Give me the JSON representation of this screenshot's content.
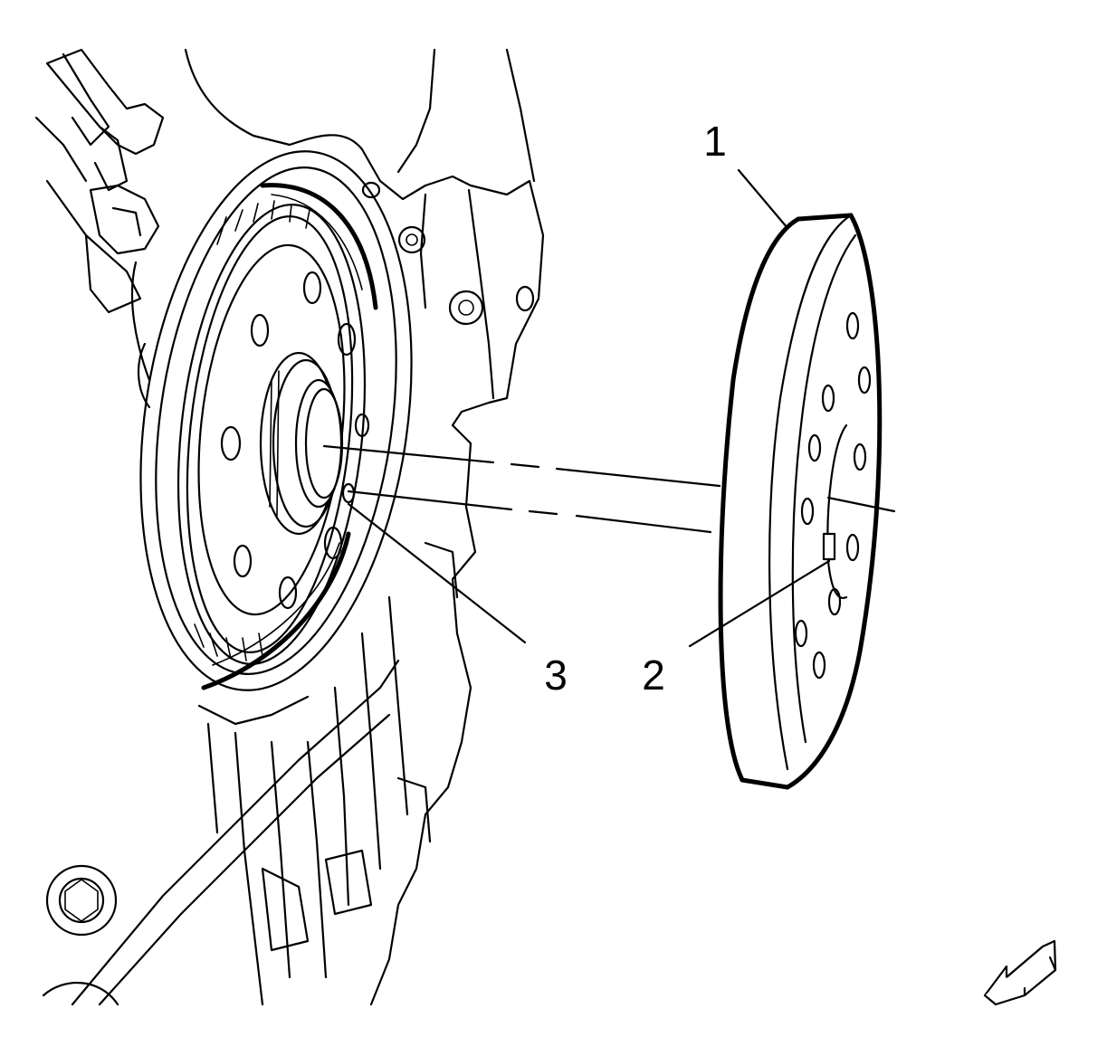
{
  "callouts": {
    "c1": "1",
    "c2": "2",
    "c3": "3"
  },
  "icons": {
    "view_direction": "arrow-icon"
  },
  "colors": {
    "line": "#000000",
    "background": "#ffffff"
  }
}
